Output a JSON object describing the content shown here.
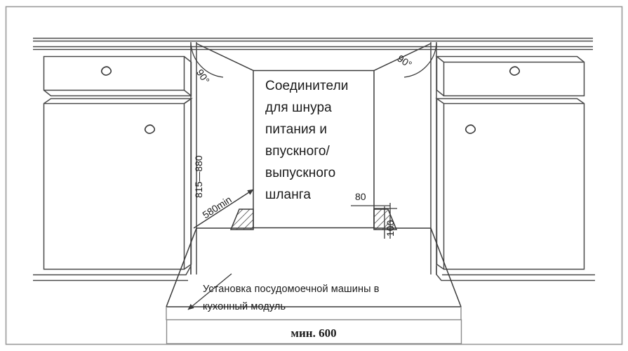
{
  "diagram": {
    "title": "Установка посудомоечной машины в кухонный модуль",
    "caption_lines": [
      "Установка посудомоечной машины в",
      "кухонный модуль"
    ],
    "center_note_lines": [
      "Соединители",
      "для шнура",
      "питания и",
      "впускного/",
      "выпускного",
      "шланга"
    ],
    "dimensions": {
      "height_range": "815—880",
      "depth_min": "580min",
      "width_min": "мин. 600",
      "offset_horizontal": "80",
      "offset_vertical": "100",
      "angle_left": "90°",
      "angle_right": "90°"
    },
    "colors": {
      "stroke": "#3a3a3a",
      "stroke_light": "#6e6e6e",
      "frame": "#999999",
      "text": "#1a1a1a",
      "background": "#ffffff",
      "hatch": "#444444"
    },
    "parts": {
      "left_cabinet": "left-cabinet",
      "right_cabinet": "right-cabinet",
      "countertop": "countertop",
      "niche": "installation-niche",
      "floor": "floor",
      "hatch_left": "left-hose-block",
      "hatch_right": "right-hose-block"
    }
  }
}
